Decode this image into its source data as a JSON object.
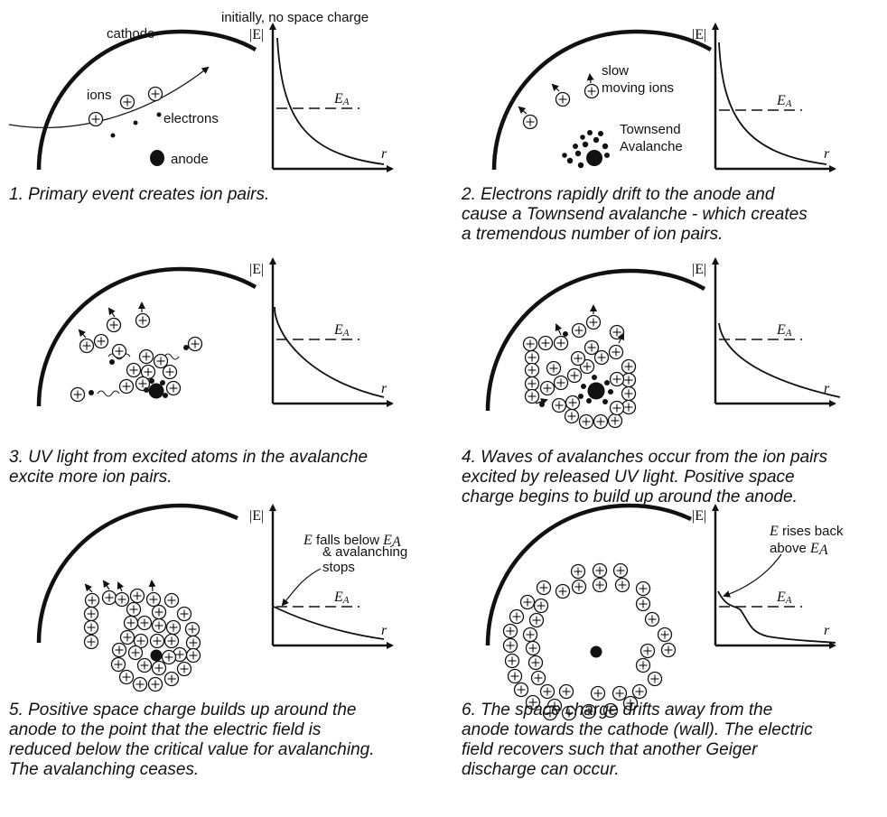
{
  "colors": {
    "ink": "#111111",
    "background": "#ffffff"
  },
  "top_note": "initially, no space charge",
  "axis": {
    "field": "|E|",
    "radius": "r",
    "threshold": "E",
    "threshold_sub": "A"
  },
  "panels": [
    {
      "labels": {
        "cathode": "cathode",
        "ions": "ions",
        "electrons": "electrons",
        "anode": "anode"
      },
      "caption": [
        "1. Primary event creates ion pairs."
      ]
    },
    {
      "labels": {
        "slow1": "slow",
        "slow2": "moving ions",
        "town1": "Townsend",
        "town2": "Avalanche"
      },
      "caption": [
        "2. Electrons rapidly drift to the anode and",
        "cause a Townsend avalanche - which creates",
        "a tremendous number of ion pairs."
      ]
    },
    {
      "caption": [
        "3. UV light from excited atoms in the avalanche",
        "excite more ion pairs."
      ]
    },
    {
      "caption": [
        "4. Waves of avalanches occur from the ion pairs",
        "excited by released UV light. Positive space",
        "charge begins to build up around the anode."
      ]
    },
    {
      "labels": {
        "falls_e": "E",
        "falls_text": "falls below",
        "falls_ea": "E",
        "falls_sub": "A",
        "line2": "& avalanching",
        "line3": "stops"
      },
      "caption": [
        "5. Positive space charge builds up around the",
        "anode to the point that the electric field is",
        "reduced below the critical value for avalanching.",
        "The avalanching ceases."
      ]
    },
    {
      "labels": {
        "rises_e": "E",
        "rises_text": "rises back",
        "line2": "above",
        "rises_ea": "E",
        "rises_sub": "A"
      },
      "caption": [
        "6. The space charge drifts away from the",
        "anode towards the cathode (wall). The electric",
        "field recovers such that another Geiger",
        "discharge can occur."
      ]
    }
  ]
}
